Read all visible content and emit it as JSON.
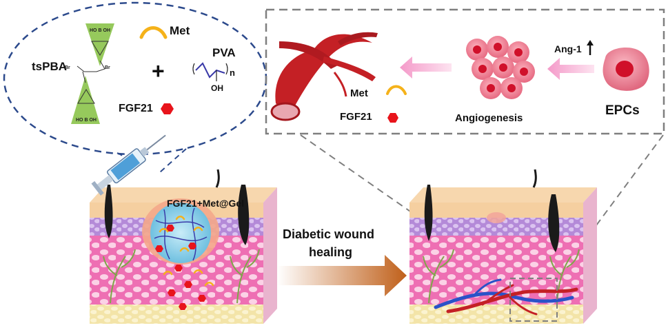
{
  "ingredients": {
    "crosslinker": "tsPBA",
    "crosslinker_groups": {
      "boronic_top": "HO B OH",
      "boronic_bottom": "HO B OH",
      "bromide": "Br"
    },
    "drug": "Met",
    "polymer": "PVA",
    "polymer_repeat": "n",
    "polymer_oh": "OH",
    "growth_factor": "FGF21",
    "plus": "+"
  },
  "injection": {
    "label": "FGF21+Met@Gel"
  },
  "process": {
    "line1": "Diabetic wound",
    "line2": "healing"
  },
  "mechanism": {
    "met": "Met",
    "fgf21": "FGF21",
    "angiogenesis": "Angiogenesis",
    "ang1": "Ang-1",
    "epcs": "EPCs"
  },
  "colors": {
    "dashed_ellipse": "#2c4a8c",
    "dashed_box": "#7f7f7f",
    "skin_top": "#f7d7ae",
    "skin_purple": "#b58ad6",
    "skin_pink": "#f06fb2",
    "fat": "#f5e8b0",
    "hair": "#1a1a1a",
    "gel": "#8fd0ea",
    "fgf21_hexagon": "#e8141b",
    "met_curve": "#f5b21a",
    "green_triangle": "#8bc34a",
    "artery": "#c42025",
    "vein": "#2a52c8",
    "arrow_pink": "#f4a7cf",
    "arrow_orange": "#c0601a",
    "cell_fill": "#f08090",
    "cell_nucleus": "#d0102a"
  }
}
